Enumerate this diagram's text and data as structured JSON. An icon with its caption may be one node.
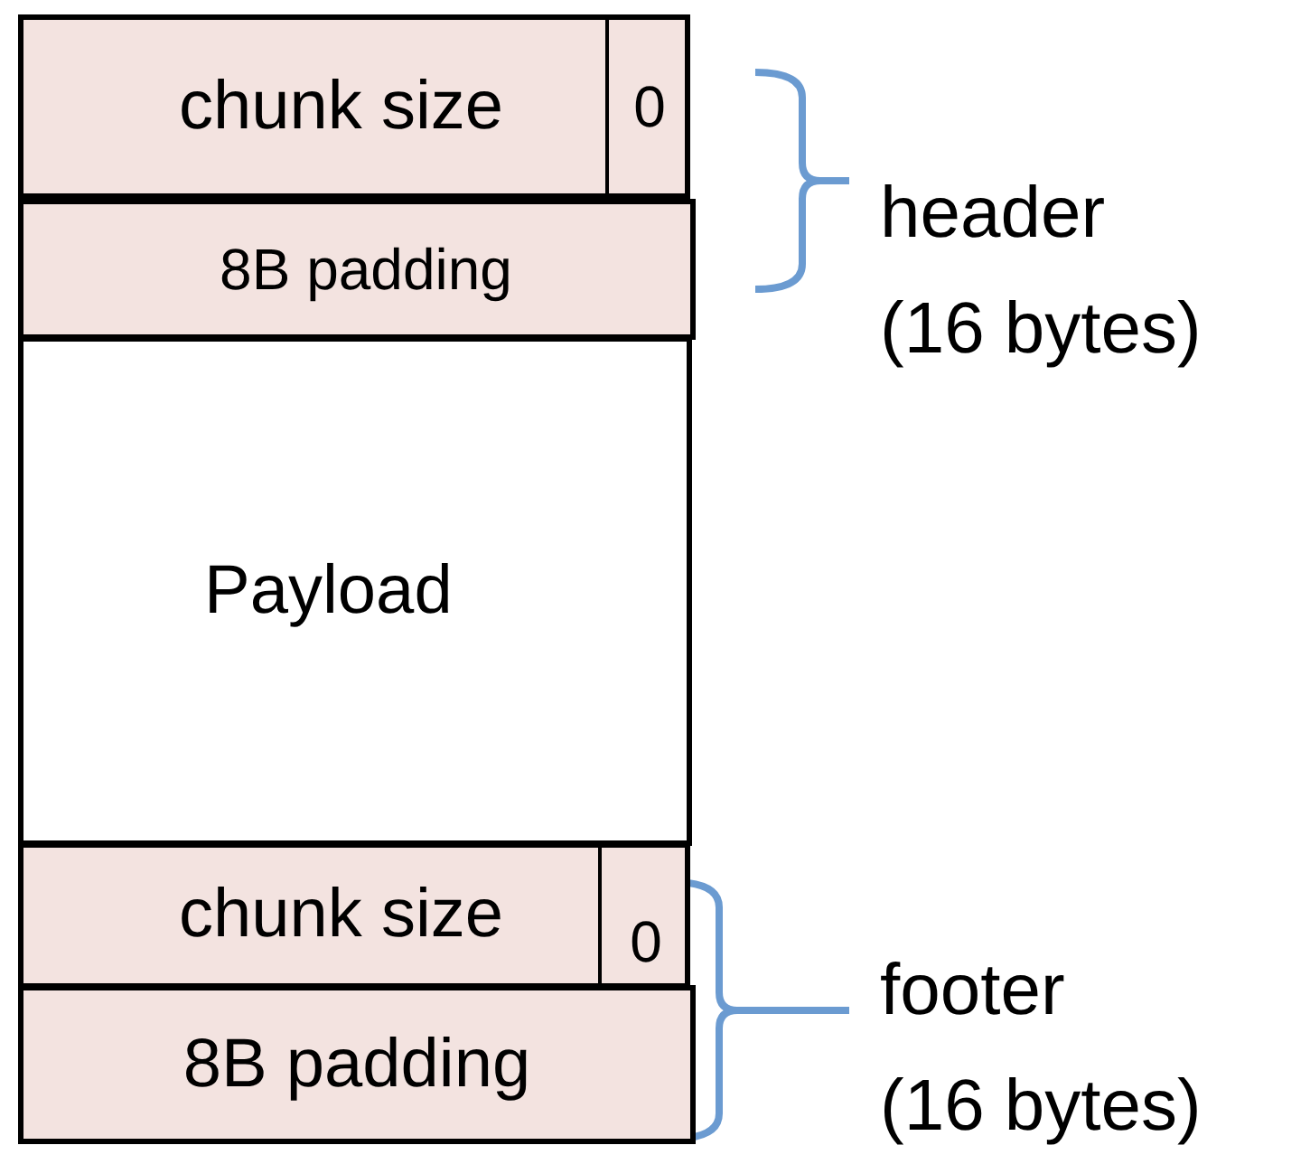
{
  "diagram": {
    "nodes": [
      {
        "text": [
          "chunk size"
        ]
      },
      {
        "text": [
          "0"
        ],
        "in": 0
      },
      {
        "text": [
          "8B padding"
        ]
      },
      {
        "text": [
          "Payload"
        ]
      },
      {
        "text": [
          "chunk size"
        ]
      },
      {
        "text": [
          "0"
        ],
        "in": 4
      },
      {
        "text": [
          "8B padding"
        ]
      }
    ],
    "labels": [
      "header",
      "(16 bytes)",
      "footer",
      "(16 bytes)"
    ]
  }
}
